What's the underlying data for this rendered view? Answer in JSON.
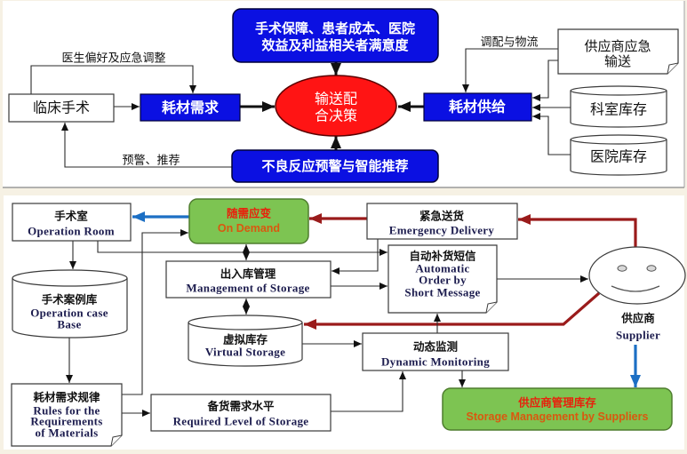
{
  "colors": {
    "box_blue": "#0b10e2",
    "decision_red": "#ff1414",
    "node_green": "#7dc452",
    "arrow_dark_red": "#9a1b1b",
    "arrow_blue": "#1c6fc4",
    "green_title_red": "#e8200c",
    "green_subtitle_orange": "#d9580f",
    "cream_background": "#f6f1e4"
  },
  "top": {
    "goals_box": {
      "lines": [
        "手术保障、患者成本、医院",
        "效益及利益相关者满意度"
      ]
    },
    "decision_node": {
      "lines": [
        "输送配",
        "合决策"
      ]
    },
    "warning_box": {
      "label": "不良反应预警与智能推荐"
    },
    "clinical_surgery": {
      "label": "临床手术"
    },
    "material_demand": {
      "label": "耗材需求"
    },
    "material_supply": {
      "label": "耗材供给"
    },
    "supplier_emergency_delivery": {
      "lines": [
        "供应商应急",
        "输送"
      ]
    },
    "department_stock": {
      "label": "科室库存"
    },
    "hospital_stock": {
      "label": "医院库存"
    },
    "edge_labels": {
      "preference": "医生偏好及应急调整",
      "logistics": "调配与物流",
      "warning": "预警、推荐"
    }
  },
  "bottom": {
    "operation_room": {
      "zh": "手术室",
      "en": "Operation Room"
    },
    "on_demand": {
      "zh": "随需应变",
      "en": "On Demand"
    },
    "emergency_delivery": {
      "zh": "紧急送货",
      "en": "Emergency Delivery"
    },
    "storage_management": {
      "zh": "出入库管理",
      "en": "Management of Storage"
    },
    "auto_order": {
      "zh": "自动补货短信",
      "en": [
        "Automatic",
        "Order by",
        "Short Message"
      ]
    },
    "case_base": {
      "zh": "手术案例库",
      "en": [
        "Operation case",
        "Base"
      ]
    },
    "virtual_storage": {
      "zh": "虚拟库存",
      "en": "Virtual Storage"
    },
    "dynamic_monitoring": {
      "zh": "动态监测",
      "en": "Dynamic Monitoring"
    },
    "requirement_rules": {
      "zh": "耗材需求规律",
      "en": [
        "Rules for the",
        "Requirements",
        "of Materials"
      ]
    },
    "required_level": {
      "zh": "备货需求水平",
      "en": "Required Level of Storage"
    },
    "supplier": {
      "zh": "供应商",
      "en": "Supplier"
    },
    "vendor_managed_inventory": {
      "zh": "供应商管理库存",
      "en": "Storage Management by Suppliers"
    }
  }
}
